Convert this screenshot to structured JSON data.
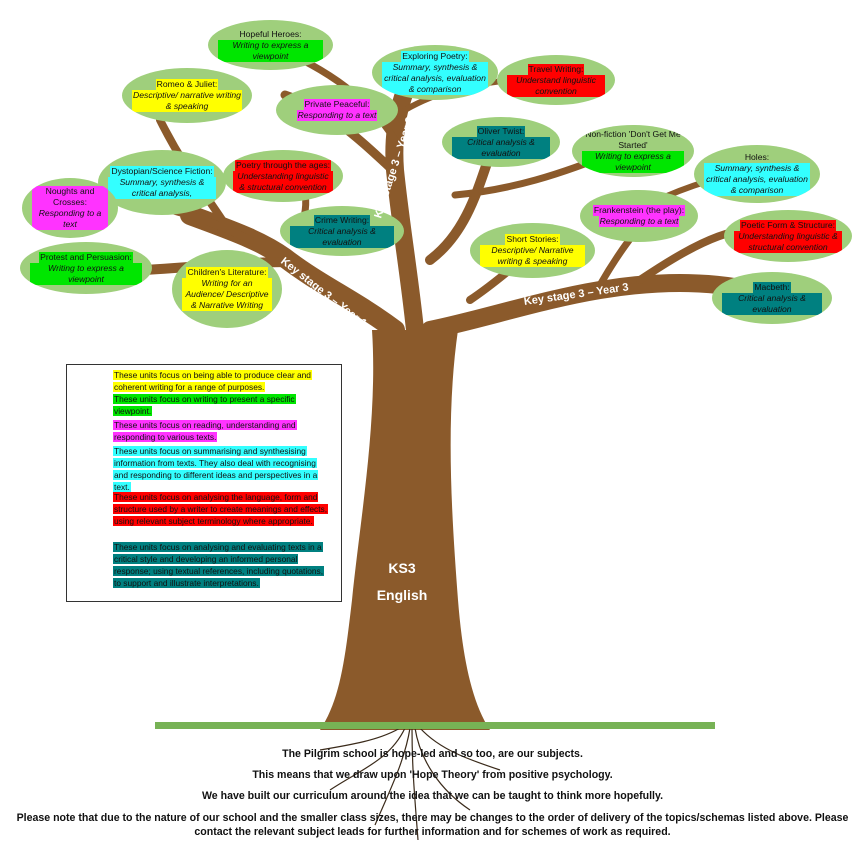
{
  "leaves": [
    {
      "id": "hopeful-heroes",
      "title": "Hopeful Heroes:",
      "desc": "Writing to express a viewpoint",
      "color": "green"
    },
    {
      "id": "romeo-juliet",
      "title": "Romeo & Juliet:",
      "desc": "Descriptive/ narrative writing & speaking",
      "color": "yellow"
    },
    {
      "id": "private-peaceful",
      "title": "Private Peaceful:",
      "desc": "Responding to a text",
      "color": "magenta"
    },
    {
      "id": "exploring-poetry",
      "title": "Exploring Poetry:",
      "desc": "Summary, synthesis & critical analysis, evaluation & comparison",
      "color": "cyan"
    },
    {
      "id": "travel-writing",
      "title": "Travel Writing:",
      "desc": "Understand linguistic convention",
      "color": "red"
    },
    {
      "id": "oliver-twist",
      "title": "Oliver Twist:",
      "desc": "Critical analysis & evaluation",
      "color": "teal"
    },
    {
      "id": "non-fiction",
      "title": "Non-fiction 'Don't Get Me Started'",
      "desc": "Writing to express a viewpoint",
      "color": "green"
    },
    {
      "id": "holes",
      "title": "Holes:",
      "desc": "Summary, synthesis & critical analysis, evaluation & comparison",
      "color": "cyan"
    },
    {
      "id": "dystopian",
      "title": "Dystopian/Science Fiction:",
      "desc": "Summary, synthesis & critical analysis,",
      "color": "cyan"
    },
    {
      "id": "poetry-ages",
      "title": "Poetry through the ages:",
      "desc": "Understanding linguistic & structural convention",
      "color": "red"
    },
    {
      "id": "noughts",
      "title": "Noughts and Crosses:",
      "desc": "Responding to a text",
      "color": "magenta"
    },
    {
      "id": "crime-writing",
      "title": "Crime Writing:",
      "desc": "Critical analysis & evaluation",
      "color": "teal"
    },
    {
      "id": "short-stories",
      "title": "Short Stories:",
      "desc": "Descriptive/ Narrative writing & speaking",
      "color": "yellow"
    },
    {
      "id": "frankenstein",
      "title": "Frankenstein (the play):",
      "desc": "Responding to a text",
      "color": "magenta"
    },
    {
      "id": "poetic-form",
      "title": "Poetic Form & Structure:",
      "desc": "Understanding linguistic & structural convention",
      "color": "red"
    },
    {
      "id": "protest",
      "title": "Protest and Persuasion:",
      "desc": "Writing to express a viewpoint",
      "color": "green"
    },
    {
      "id": "childrens-lit",
      "title": "Children's Literature:",
      "desc": "Writing for an Audience/ Descriptive & Narrative Writing",
      "color": "yellow"
    },
    {
      "id": "macbeth",
      "title": "Macbeth:",
      "desc": "Critical analysis & evaluation",
      "color": "teal"
    }
  ],
  "stages": {
    "year1": "Key stage 3 – Year 1",
    "year2": "Key stage 3 – Year 2",
    "year3": "Key stage 3 –  Year 3"
  },
  "trunk": {
    "line1": "KS3",
    "line2": "English"
  },
  "legend": [
    {
      "text": "These units focus on being able to produce clear and coherent writing for a range of purposes.",
      "color": "yellow"
    },
    {
      "text": "These units focus on writing to present a specific viewpoint.",
      "color": "green"
    },
    {
      "text": "These units focus on reading, understanding and responding to various texts.",
      "color": "magenta"
    },
    {
      "text": "These units focus on summarising and synthesising information from texts. They also deal with recognising and responding to different ideas and perspectives in a text.",
      "color": "cyan"
    },
    {
      "text": "These units focus on analysing the language, form and structure used by a writer to create meanings and effects, using relevant subject terminology where appropriate.",
      "color": "red"
    },
    {
      "text": "These units focus on analysing and evaluating texts in a critical style and developing an informed personal response; using textual references, including quotations, to support and illustrate interpretations.",
      "color": "teal"
    }
  ],
  "footer": {
    "line1": "The Pilgrim school is hope-led and so too, are our subjects.",
    "line2": "This means that we draw upon 'Hope Theory' from positive psychology.",
    "line3": "We have built our curriculum around the idea that we can be taught to think more hopefully.",
    "line4": "Please note that due to the nature of our school and the smaller class sizes, there may be changes to the order of delivery of the topics/schemas listed above. Please contact the relevant subject leads for further information and for schemes of work as required."
  },
  "colors": {
    "trunk": "#8b5a2b",
    "leaf": "#9fcf7c",
    "ground": "#77b255",
    "yellow": "#ffff00",
    "green": "#00e600",
    "magenta": "#ff33ff",
    "cyan": "#33ffff",
    "red": "#ff0000",
    "teal": "#008080"
  }
}
